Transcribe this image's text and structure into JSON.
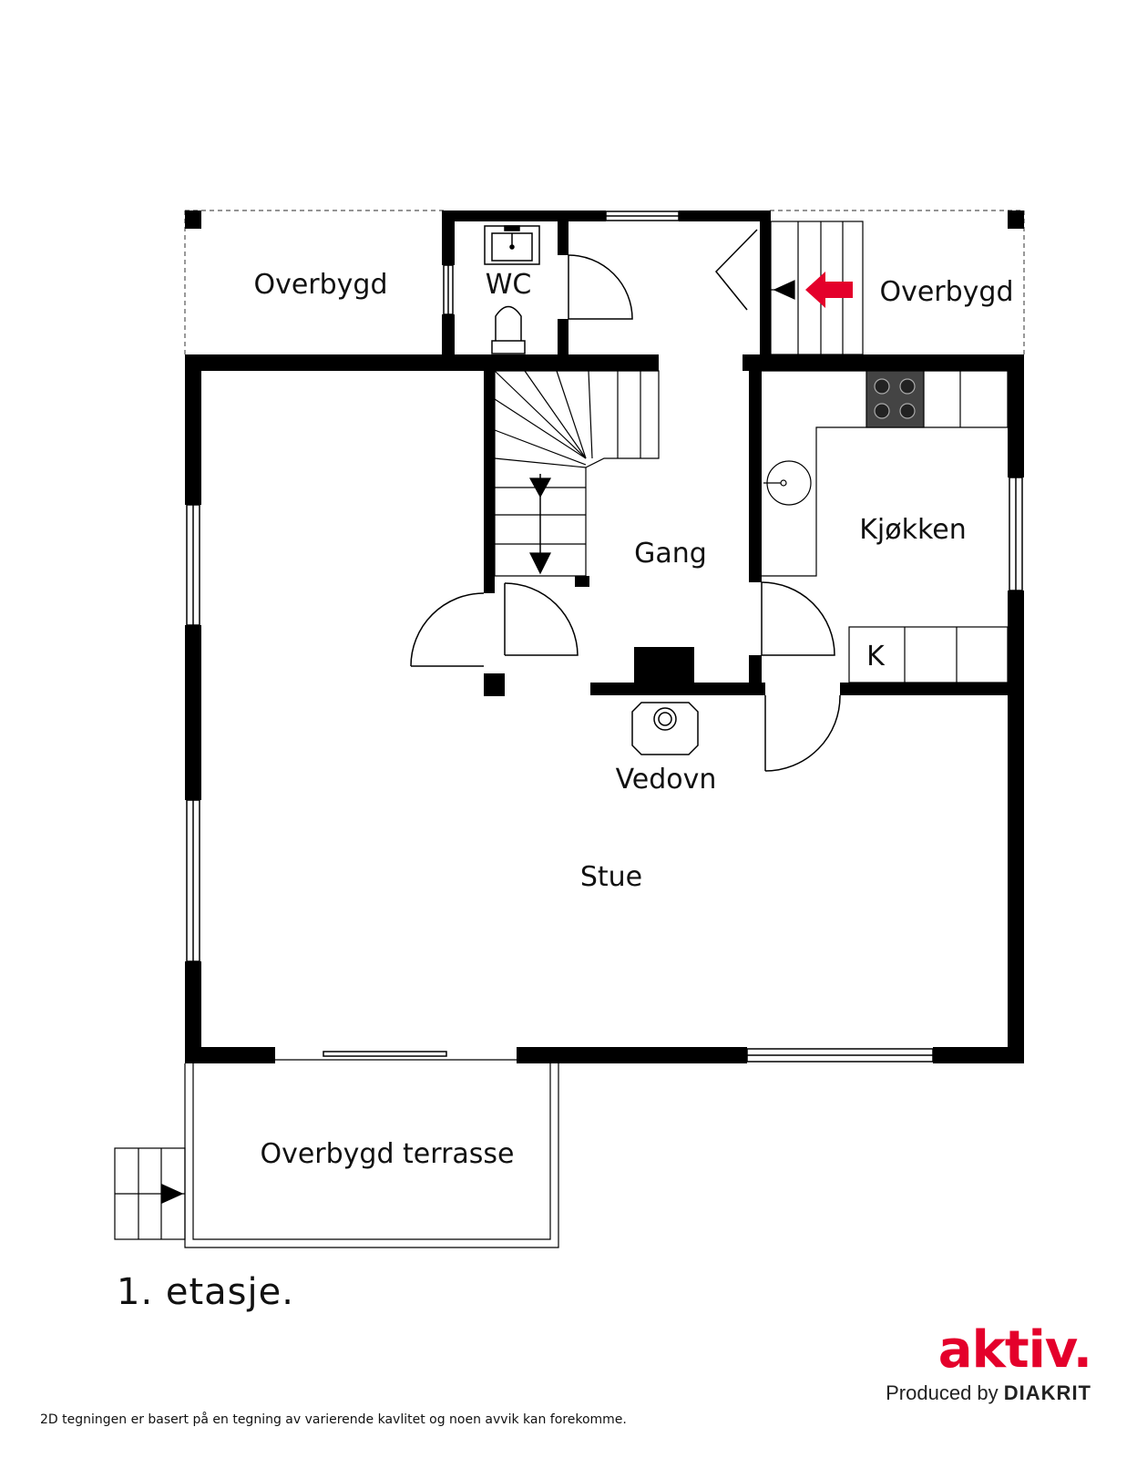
{
  "rooms": {
    "overbygd_left": "Overbygd",
    "wc": "WC",
    "overbygd_right": "Overbygd",
    "gang": "Gang",
    "kjokken": "Kjøkken",
    "k": "K",
    "vedovn": "Vedovn",
    "stue": "Stue",
    "terrasse": "Overbygd terrasse"
  },
  "floor_title": "1. etasje.",
  "disclaimer": "2D tegningen er basert på en tegning av varierende kavlitet og noen avvik kan forekomme.",
  "brand": {
    "logo": "aktiv.",
    "produced_prefix": "Produced by",
    "produced_name": "DIAKRIT"
  },
  "colors": {
    "wall": "#000000",
    "entrance_arrow": "#e4002b",
    "brand": "#e4002b"
  },
  "icons": {
    "entrance_arrow": "entrance-arrow-icon",
    "stair_arrow": "stair-direction-arrow-icon",
    "stove": "stove-icon",
    "sink": "sink-icon",
    "toilet": "toilet-icon",
    "fireplace": "fireplace-icon"
  }
}
